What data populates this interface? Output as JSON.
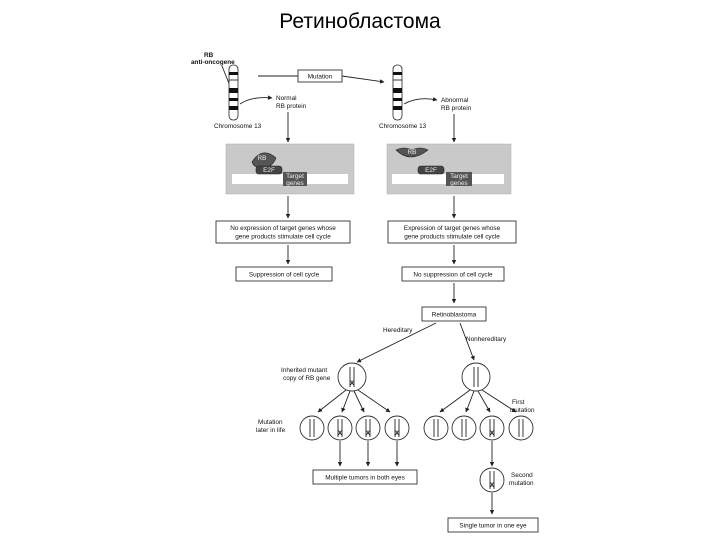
{
  "title": "Ретинобластома",
  "labels": {
    "rb_gene": "RB",
    "rb_gene_sub": "anti-oncogene",
    "mutation": "Mutation",
    "normal_protein_1": "Normal",
    "normal_protein_2": "RB protein",
    "abnormal_protein_1": "Abnormal",
    "abnormal_protein_2": "RB protein",
    "chromosome_left": "Chromosome 13",
    "chromosome_right": "Chromosome 13",
    "rb": "RB",
    "e2f": "E2F",
    "target_genes_1": "Target",
    "target_genes_2": "genes",
    "no_expression_1": "No expression of target genes whose",
    "no_expression_2": "gene products stimulate cell cycle",
    "expression_1": "Expression of target genes whose",
    "expression_2": "gene products stimulate cell cycle",
    "suppression": "Suppression of cell cycle",
    "no_suppression": "No suppression of cell cycle",
    "retinoblastoma": "Retinoblastoma",
    "hereditary": "Hereditary",
    "nonhereditary": "Nonhereditary",
    "inherited_1": "Inherited mutant",
    "inherited_2": "copy of RB gene",
    "mutation_later_1": "Mutation",
    "mutation_later_2": "later in life",
    "first_mutation_1": "First",
    "first_mutation_2": "mutation",
    "second_mutation_1": "Second",
    "second_mutation_2": "mutation",
    "multiple_tumors": "Multiple tumors in both eyes",
    "single_tumor": "Single tumor in one eye",
    "mutation_mark": "X"
  }
}
